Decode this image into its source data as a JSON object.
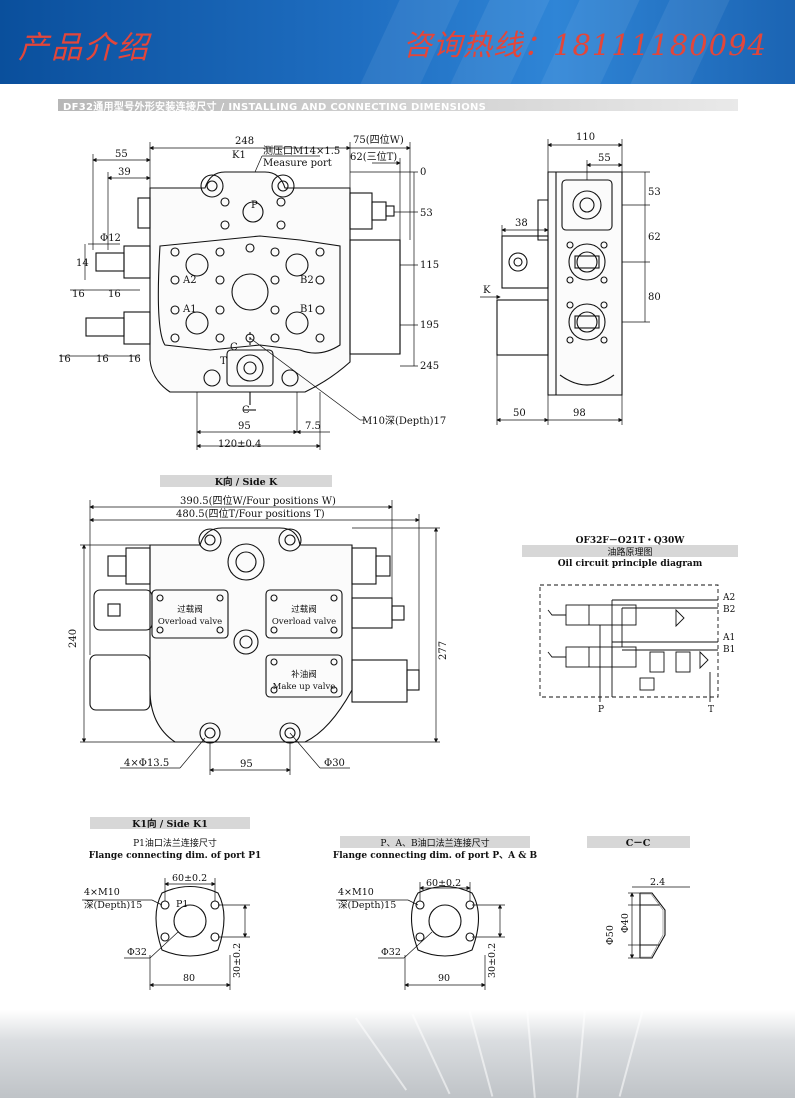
{
  "header": {
    "title_left": "产品介绍",
    "phone_text": "咨询热线：18111180094",
    "colors": {
      "banner": "#1f6ec1",
      "title_text": "#e3463a"
    }
  },
  "section": {
    "title": "DF32通用型号外形安装连接尺寸 / INSTALLING AND CONNECTING DIMENSIONS"
  },
  "front_view": {
    "dim_248": "248",
    "dim_55": "55",
    "dim_39": "39",
    "dim_phi12": "Φ12",
    "dim_14": "14",
    "dim_16a": "16",
    "dim_16b": "16",
    "dim_16c": "16",
    "dim_16d": "16",
    "dim_16e": "16",
    "k1": "K1",
    "measure_cn": "测压口M14×1.5",
    "measure_en": "Measure port",
    "dim_75": "75(四位W)",
    "dim_62": "62(三位T)",
    "dim_0": "0",
    "dim_53": "53",
    "dim_115": "115",
    "dim_195": "195",
    "dim_245": "245",
    "dim_95": "95",
    "dim_7_5": "7.5",
    "dim_120": "120±0.4",
    "m10": "M10深(Depth)17",
    "label_p": "P",
    "label_a2": "A2",
    "label_b2": "B2",
    "label_a1": "A1",
    "label_b1": "B1",
    "label_c_top": "C",
    "label_c_bottom": "C",
    "label_t": "T"
  },
  "side_view": {
    "dim_110": "110",
    "dim_55": "55",
    "dim_38": "38",
    "dim_53": "53",
    "dim_62": "62",
    "dim_80": "80",
    "dim_50": "50",
    "dim_98": "98",
    "label_k": "K"
  },
  "k_view": {
    "caption": "K向 / Side K",
    "dim_390": "390.5(四位W/Four positions W)",
    "dim_480": "480.5(四位T/Four positions T)",
    "dim_240": "240",
    "dim_277": "277",
    "dim_95": "95",
    "dim_holes": "4×Φ13.5",
    "dim_phi30": "Φ30",
    "overload_cn_1": "过载阀",
    "overload_en_1": "Overload valve",
    "overload_cn_2": "过载阀",
    "overload_en_2": "Overload valve",
    "makeup_cn": "补油阀",
    "makeup_en": "Make up valve"
  },
  "circuit": {
    "model": "OF32F－O21T・Q30W",
    "title_cn": "油路原理图",
    "title_en": "Oil circuit principle diagram",
    "label_a2": "A2",
    "label_b2": "B2",
    "label_a1": "A1",
    "label_b1": "B1",
    "label_p": "P",
    "label_t": "T"
  },
  "k1_view": {
    "caption": "K1向 / Side K1"
  },
  "flange_p1": {
    "title_cn": "P1油口法兰连接尺寸",
    "title_en": "Flange connecting dim. of port P1",
    "dim_60": "60±0.2",
    "dim_m10": "4×M10",
    "dim_depth": "深(Depth)15",
    "label_p1": "P1",
    "dim_phi32": "Φ32",
    "dim_80": "80",
    "dim_30": "30±0.2"
  },
  "flange_pab": {
    "title_cn": "P、A、B油口法兰连接尺寸",
    "title_en": "Flange connecting dim. of port P、A & B",
    "dim_60": "60±0.2",
    "dim_m10": "4×M10",
    "dim_depth": "深(Depth)15",
    "dim_phi32": "Φ32",
    "dim_90": "90",
    "dim_30": "30±0.2"
  },
  "section_cc": {
    "caption": "C－C",
    "dim_2_4": "2.4",
    "dim_phi50": "Φ50",
    "dim_phi40": "Φ40"
  }
}
